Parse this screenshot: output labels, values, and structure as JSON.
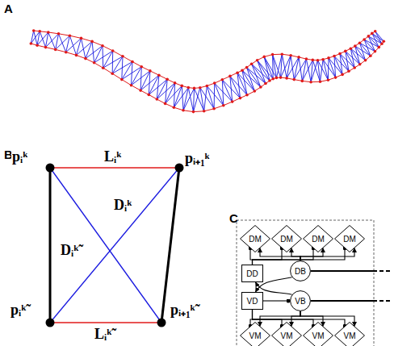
{
  "diagram": {
    "nodes": [
      {
        "text": [
          "DM"
        ]
      },
      {
        "text": [
          "DM"
        ]
      },
      {
        "text": [
          "DM"
        ]
      },
      {
        "text": [
          "DM"
        ]
      },
      {
        "text": [
          "DD"
        ]
      },
      {
        "text": [
          "DB"
        ]
      },
      {
        "text": [
          "VD"
        ]
      },
      {
        "text": [
          "VB"
        ]
      },
      {
        "text": [
          "VM"
        ]
      },
      {
        "text": [
          "VM"
        ]
      },
      {
        "text": [
          "VM"
        ]
      },
      {
        "text": [
          "VM"
        ]
      }
    ],
    "edges": [
      {
        "from": 5,
        "to": 0,
        "arrow": "to"
      },
      {
        "from": 5,
        "to": 1,
        "arrow": "to"
      },
      {
        "from": 5,
        "to": 2,
        "arrow": "to"
      },
      {
        "from": 5,
        "to": 3,
        "arrow": "to"
      },
      {
        "from": 4,
        "to": 0,
        "arrow": "to"
      },
      {
        "from": 4,
        "to": 1,
        "arrow": "to"
      },
      {
        "from": 4,
        "to": 2,
        "arrow": "to"
      },
      {
        "from": 4,
        "to": 3,
        "arrow": "to"
      },
      {
        "from": 5,
        "to": 6,
        "arrow": "to"
      },
      {
        "from": 7,
        "to": 4,
        "arrow": "to"
      },
      {
        "from": 6,
        "to": 7,
        "arrow": "to"
      },
      {
        "from": 7,
        "to": 8,
        "arrow": "to"
      },
      {
        "from": 7,
        "to": 9,
        "arrow": "to"
      },
      {
        "from": 7,
        "to": 10,
        "arrow": "to"
      },
      {
        "from": 7,
        "to": 11,
        "arrow": "to"
      },
      {
        "from": 6,
        "to": 8,
        "arrow": "to"
      },
      {
        "from": 6,
        "to": 9,
        "arrow": "to"
      },
      {
        "from": 6,
        "to": 10,
        "arrow": "to"
      },
      {
        "from": 6,
        "to": 11,
        "arrow": "to"
      }
    ],
    "labels": [
      "A",
      "B",
      "C",
      "pᵢᵏ",
      "Lᵢᵏ",
      "pᵢ₊₁ᵏ",
      "Dᵢᵏ",
      "Dᵢᵏ̃",
      "pᵢᵏ̃",
      "pᵢ₊₁ᵏ̃",
      "Lᵢᵏ̃"
    ]
  }
}
